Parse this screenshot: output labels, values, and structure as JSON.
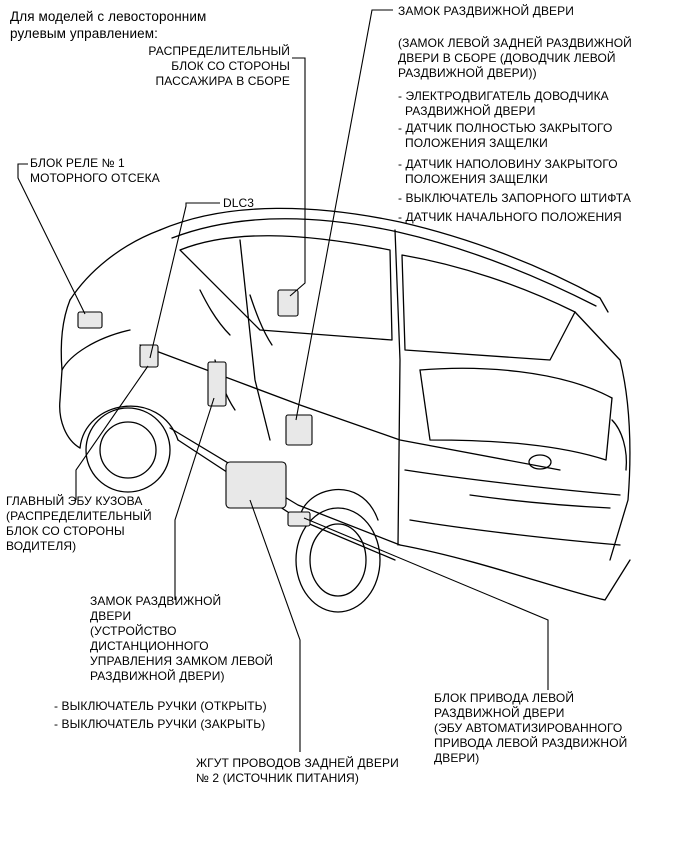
{
  "heading": {
    "line1": "Для моделей с левосторонним",
    "line2": "рулевым управлением:"
  },
  "callouts": {
    "passenger_junction_block": [
      "РАСПРЕДЕЛИТЕЛЬНЫЙ",
      "БЛОК СО СТОРОНЫ",
      "ПАССАЖИРА В СБОРЕ"
    ],
    "engine_relay_block": [
      "БЛОК РЕЛЕ № 1",
      "МОТОРНОГО ОТСЕКА"
    ],
    "dlc3": "DLC3",
    "sliding_door_lock_top": {
      "title": "ЗАМОК РАЗДВИЖНОЙ ДВЕРИ",
      "sub": [
        "(ЗАМОК ЛЕВОЙ ЗАДНЕЙ РАЗДВИЖНОЙ",
        "ДВЕРИ В СБОРЕ (ДОВОДЧИК ЛЕВОЙ",
        "РАЗДВИЖНОЙ ДВЕРИ))"
      ],
      "items": [
        [
          "- ЭЛЕКТРОДВИГАТЕЛЬ ДОВОДЧИКА",
          "РАЗДВИЖНОЙ ДВЕРИ"
        ],
        [
          "- ДАТЧИК ПОЛНОСТЬЮ ЗАКРЫТОГО",
          "ПОЛОЖЕНИЯ ЗАЩЕЛКИ"
        ],
        [
          "- ДАТЧИК НАПОЛОВИНУ ЗАКРЫТОГО",
          "ПОЛОЖЕНИЯ ЗАЩЕЛКИ"
        ],
        [
          "- ВЫКЛЮЧАТЕЛЬ ЗАПОРНОГО ШТИФТА"
        ],
        [
          "- ДАТЧИК НАЧАЛЬНОГО ПОЛОЖЕНИЯ"
        ]
      ]
    },
    "main_body_ecu": [
      "ГЛАВНЫЙ ЭБУ КУЗОВА",
      "(РАСПРЕДЕЛИТЕЛЬНЫЙ",
      "БЛОК СО СТОРОНЫ",
      "ВОДИТЕЛЯ)"
    ],
    "sliding_door_lock_bottom": {
      "lines": [
        "ЗАМОК РАЗДВИЖНОЙ",
        "ДВЕРИ",
        "(УСТРОЙСТВО",
        "ДИСТАНЦИОННОГО",
        "УПРАВЛЕНИЯ ЗАМКОМ ЛЕВОЙ",
        "РАЗДВИЖНОЙ ДВЕРИ)"
      ],
      "items": [
        "- ВЫКЛЮЧАТЕЛЬ РУЧКИ (ОТКРЫТЬ)",
        "- ВЫКЛЮЧАТЕЛЬ РУЧКИ (ЗАКРЫТЬ)"
      ]
    },
    "door_drive_unit": [
      "БЛОК ПРИВОДА ЛЕВОЙ",
      "РАЗДВИЖНОЙ ДВЕРИ",
      "(ЭБУ АВТОМАТИЗИРОВАННОГО",
      "ПРИВОДА ЛЕВОЙ РАЗДВИЖНОЙ",
      "ДВЕРИ)"
    ],
    "rear_door_harness": [
      "ЖГУТ ПРОВОДОВ ЗАДНЕЙ ДВЕРИ",
      "№ 2 (ИСТОЧНИК ПИТАНИЯ)"
    ]
  }
}
